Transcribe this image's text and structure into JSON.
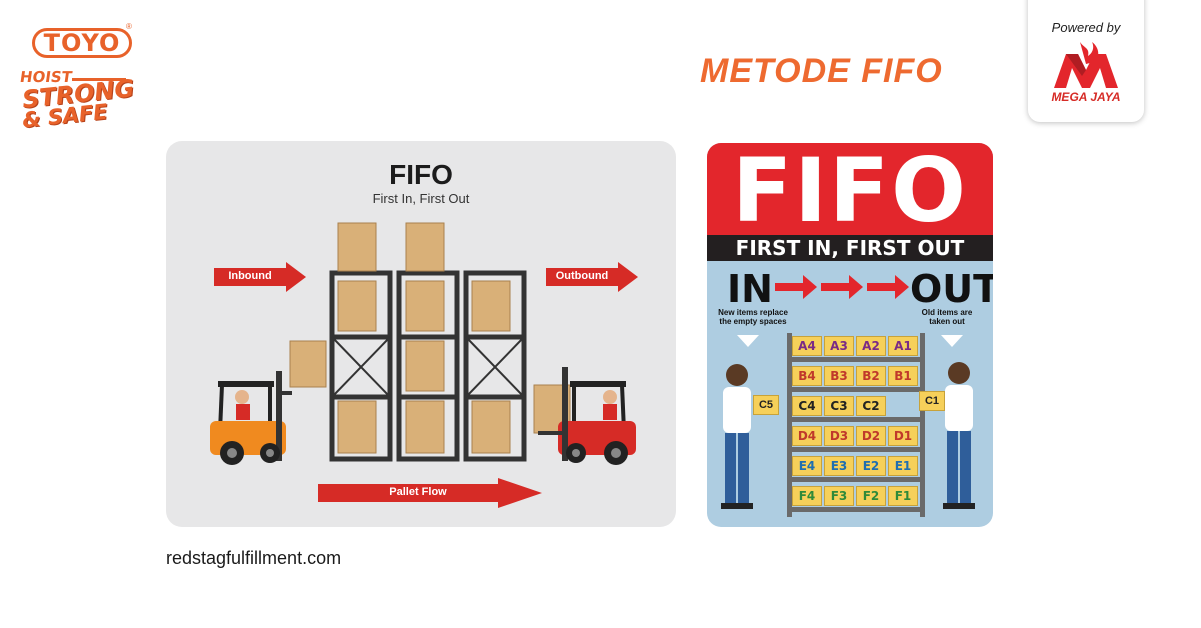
{
  "logo": {
    "brand": "TOYO",
    "registered": "®",
    "line1": "HOIST",
    "line2": "STRONG",
    "line3": "& SAFE"
  },
  "title": "METODE FIFO",
  "powered": {
    "label": "Powered by",
    "company": "MEGA JAYA"
  },
  "left_diagram": {
    "title": "FIFO",
    "subtitle": "First In, First Out",
    "inbound": "Inbound",
    "outbound": "Outbound",
    "flow": "Pallet Flow"
  },
  "right_diagram": {
    "title": "FIFO",
    "banner": "FIRST IN, FIRST OUT",
    "in_label": "IN",
    "out_label": "OUT",
    "in_note": "New items replace the empty spaces",
    "out_note": "Old items are taken out",
    "rows": [
      [
        "A4",
        "A3",
        "A2",
        "A1"
      ],
      [
        "B4",
        "B3",
        "B2",
        "B1"
      ],
      [
        "C4",
        "C3",
        "C2",
        ""
      ],
      [
        "D4",
        "D3",
        "D2",
        "D1"
      ],
      [
        "E4",
        "E3",
        "E2",
        "E1"
      ],
      [
        "F4",
        "F3",
        "F2",
        "F1"
      ]
    ],
    "row_colors": [
      "#7a2a86",
      "#c0392b",
      "#222222",
      "#c0392b",
      "#1f6fb0",
      "#2f8a3a"
    ],
    "held_left": "C5",
    "held_right": "C1"
  },
  "source": "redstagfulfillment.com",
  "colors": {
    "accent_orange": "#ee6a30",
    "red": "#e3262c",
    "panel_grey": "#e7e7e8",
    "panel_blue": "#aecde1"
  }
}
